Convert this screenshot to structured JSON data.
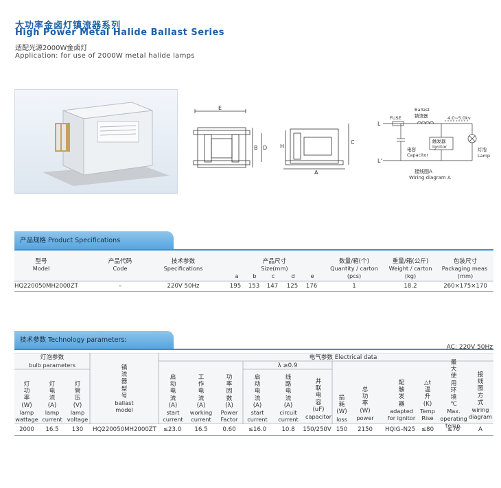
{
  "header": {
    "title_cn": "大功率金卤灯镇流器系列",
    "title_en": "High Power Metal Halide Ballast Series",
    "subtitle_cn": "适配光源2000W金卤灯",
    "subtitle_en": "Application: for use of 2000W metal halide lamps"
  },
  "diagram": {
    "dim_e": "E",
    "dim_b": "B",
    "dim_d": "D",
    "dim_h": "H",
    "dim_a": "A",
    "dim_c": "C",
    "wiring": {
      "l": "L",
      "l2": "L'",
      "fuse": "FUSE",
      "ballast_en": "Ballast",
      "ballast_cn": "镇流器",
      "voltage": "4.0~5.0kv",
      "capacitor_cn": "电容",
      "capacitor_en": "Capacitor",
      "ignitor_cn": "触发器",
      "ignitor_en": "Ignitor",
      "lamp_cn": "灯泡",
      "lamp_en": "Lamp",
      "caption_cn": "接线图A",
      "caption_en": "Wiring diagram A"
    }
  },
  "spec": {
    "section_title": "产品规格 Product Specifications",
    "headers": {
      "model_cn": "型号",
      "model_en": "Model",
      "code_cn": "产品代码",
      "code_en": "Code",
      "tech_cn": "技术参数",
      "tech_en": "Specifications",
      "size_cn": "产品尺寸",
      "size_en": "Size(mm)",
      "size_a": "a",
      "size_b": "b",
      "size_c": "c",
      "size_d": "d",
      "size_e": "e",
      "qty_cn": "数量/箱(个)",
      "qty_en": "Quantity / carton",
      "qty_unit": "(pcs)",
      "weight_cn": "重量/箱(公斤)",
      "weight_en": "Weight / carton",
      "weight_unit": "(kg)",
      "pack_cn": "包装尺寸",
      "pack_en": "Packaging meas",
      "pack_unit": "(mm)"
    },
    "row": {
      "model": "HQ220050MH2000ZT",
      "code": "–",
      "tech": "220V 50Hz",
      "a": "195",
      "b": "153",
      "c": "147",
      "d": "125",
      "e": "176",
      "qty": "1",
      "weight": "18.2",
      "pack": "260×175×170"
    }
  },
  "tech": {
    "section_title": "技术参数 Technology parameters:",
    "ac_note": "AC: 220V 50Hz",
    "bulb_cn": "灯泡参数",
    "bulb_en": "bulb parameters",
    "elec_title": "电气参数 Electrical data",
    "lambda": "λ ≥0.9",
    "col_lamp_w": {
      "cn": [
        "灯",
        "功",
        "率"
      ],
      "unit": "(W)",
      "en": [
        "lamp",
        "wattage"
      ]
    },
    "col_lamp_i": {
      "cn": [
        "灯",
        "电",
        "流"
      ],
      "unit": "(A)",
      "en": [
        "lamp",
        "current"
      ]
    },
    "col_lamp_v": {
      "cn": [
        "灯",
        "管",
        "压"
      ],
      "unit": "(V)",
      "en": [
        "lamp",
        "voltage"
      ]
    },
    "col_ballast": {
      "cn": [
        "镇",
        "流",
        "器",
        "型",
        "号"
      ],
      "en": [
        "ballast",
        "model"
      ]
    },
    "col_start_i": {
      "cn": [
        "启",
        "动",
        "电",
        "流"
      ],
      "unit": "(A)",
      "en": [
        "start",
        "current"
      ]
    },
    "col_work_i": {
      "cn": [
        "工",
        "作",
        "电",
        "流"
      ],
      "unit": "(A)",
      "en": [
        "working",
        "current"
      ]
    },
    "col_pf": {
      "cn": [
        "功",
        "率",
        "因",
        "数"
      ],
      "unit": "(λ)",
      "en": [
        "Power",
        "Factor"
      ]
    },
    "col_start_i2": {
      "cn": [
        "启",
        "动",
        "电",
        "流"
      ],
      "unit": "(A)",
      "en": [
        "start",
        "current"
      ]
    },
    "col_circuit_i": {
      "cn": [
        "线",
        "路",
        "电",
        "流"
      ],
      "unit": "(A)",
      "en": [
        "circuit",
        "current"
      ]
    },
    "col_cap": {
      "cn": [
        "并",
        "联",
        "电",
        "容"
      ],
      "unit": "(uF)",
      "en": [
        "capacitor"
      ]
    },
    "col_loss": {
      "cn": [
        "损",
        "耗"
      ],
      "unit": "(W)",
      "en": [
        "loss"
      ]
    },
    "col_power": {
      "cn": [
        "总",
        "功",
        "率"
      ],
      "unit": "(W)",
      "en": [
        "power"
      ]
    },
    "col_ignitor": {
      "cn": [
        "配",
        "触",
        "发",
        "器"
      ],
      "en": [
        "adapted",
        "for ignitor"
      ]
    },
    "col_temp_rise": {
      "cn": [
        "△t",
        "温",
        "升"
      ],
      "unit": "(K)",
      "en": [
        "Temp",
        "Rise"
      ]
    },
    "col_max_temp": {
      "cn": [
        "最",
        "大",
        "使",
        "用",
        "环",
        "境",
        "℃"
      ],
      "en": [
        "Max.",
        "operating",
        "temp."
      ]
    },
    "col_wiring": {
      "cn": [
        "接",
        "线",
        "图",
        "方",
        "式"
      ],
      "en": [
        "wiring",
        "diagram"
      ]
    },
    "row": {
      "lamp_w": "2000",
      "lamp_i": "16.5",
      "lamp_v": "130",
      "ballast": "HQ220050MH2000ZT",
      "start_i": "≤23.0",
      "work_i": "16.5",
      "pf": "0.60",
      "start_i2": "≤16.0",
      "circuit_i": "10.8",
      "cap": "150/250V",
      "loss": "150",
      "power": "2150",
      "ignitor": "HQIG–N25",
      "temp_rise": "≤80",
      "max_temp": "≤70",
      "wiring": "A"
    }
  }
}
